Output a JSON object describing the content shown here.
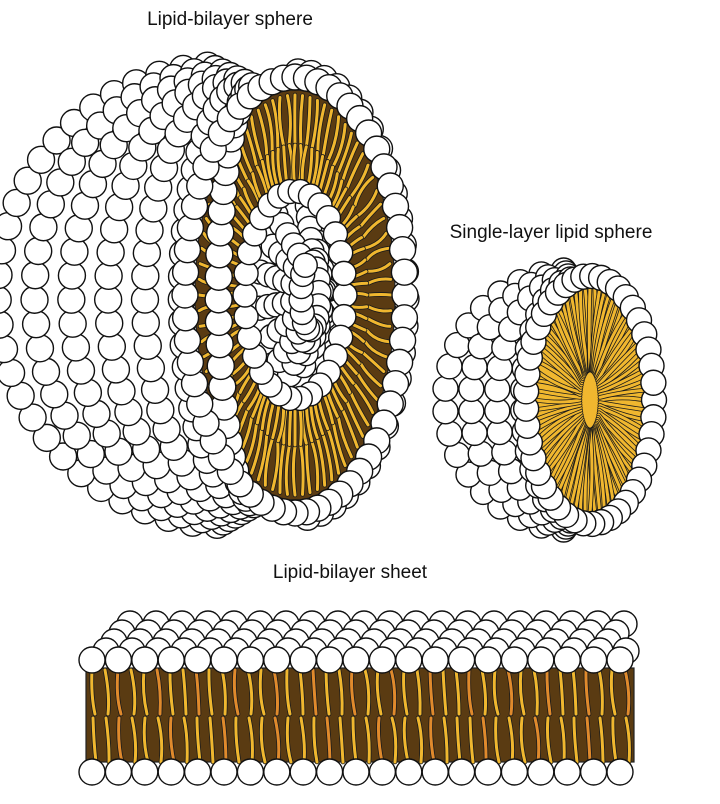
{
  "labels": {
    "bilayer_sphere": "Lipid-bilayer sphere",
    "single_layer_sphere": "Single-layer lipid sphere",
    "bilayer_sheet": "Lipid-bilayer sheet"
  },
  "colors": {
    "head_fill": "#ffffff",
    "head_stroke": "#111111",
    "tail_yellow": "#f0b72f",
    "tail_orange": "#e08a2c",
    "core_dark": "#5a3b12"
  }
}
